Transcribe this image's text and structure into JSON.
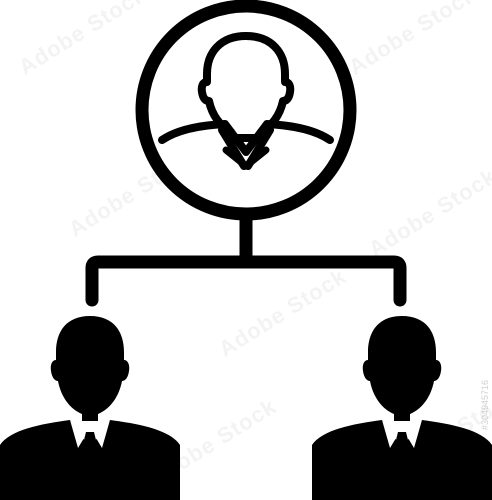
{
  "watermark": {
    "text": "Adobe Stock",
    "id": "#304945716"
  },
  "colors": {
    "ink": "#000000",
    "background": "#ffffff"
  },
  "icons": {
    "top": "manager-avatar-icon",
    "left": "employee-left-icon",
    "right": "employee-right-icon",
    "connector": "hierarchy-connector"
  }
}
